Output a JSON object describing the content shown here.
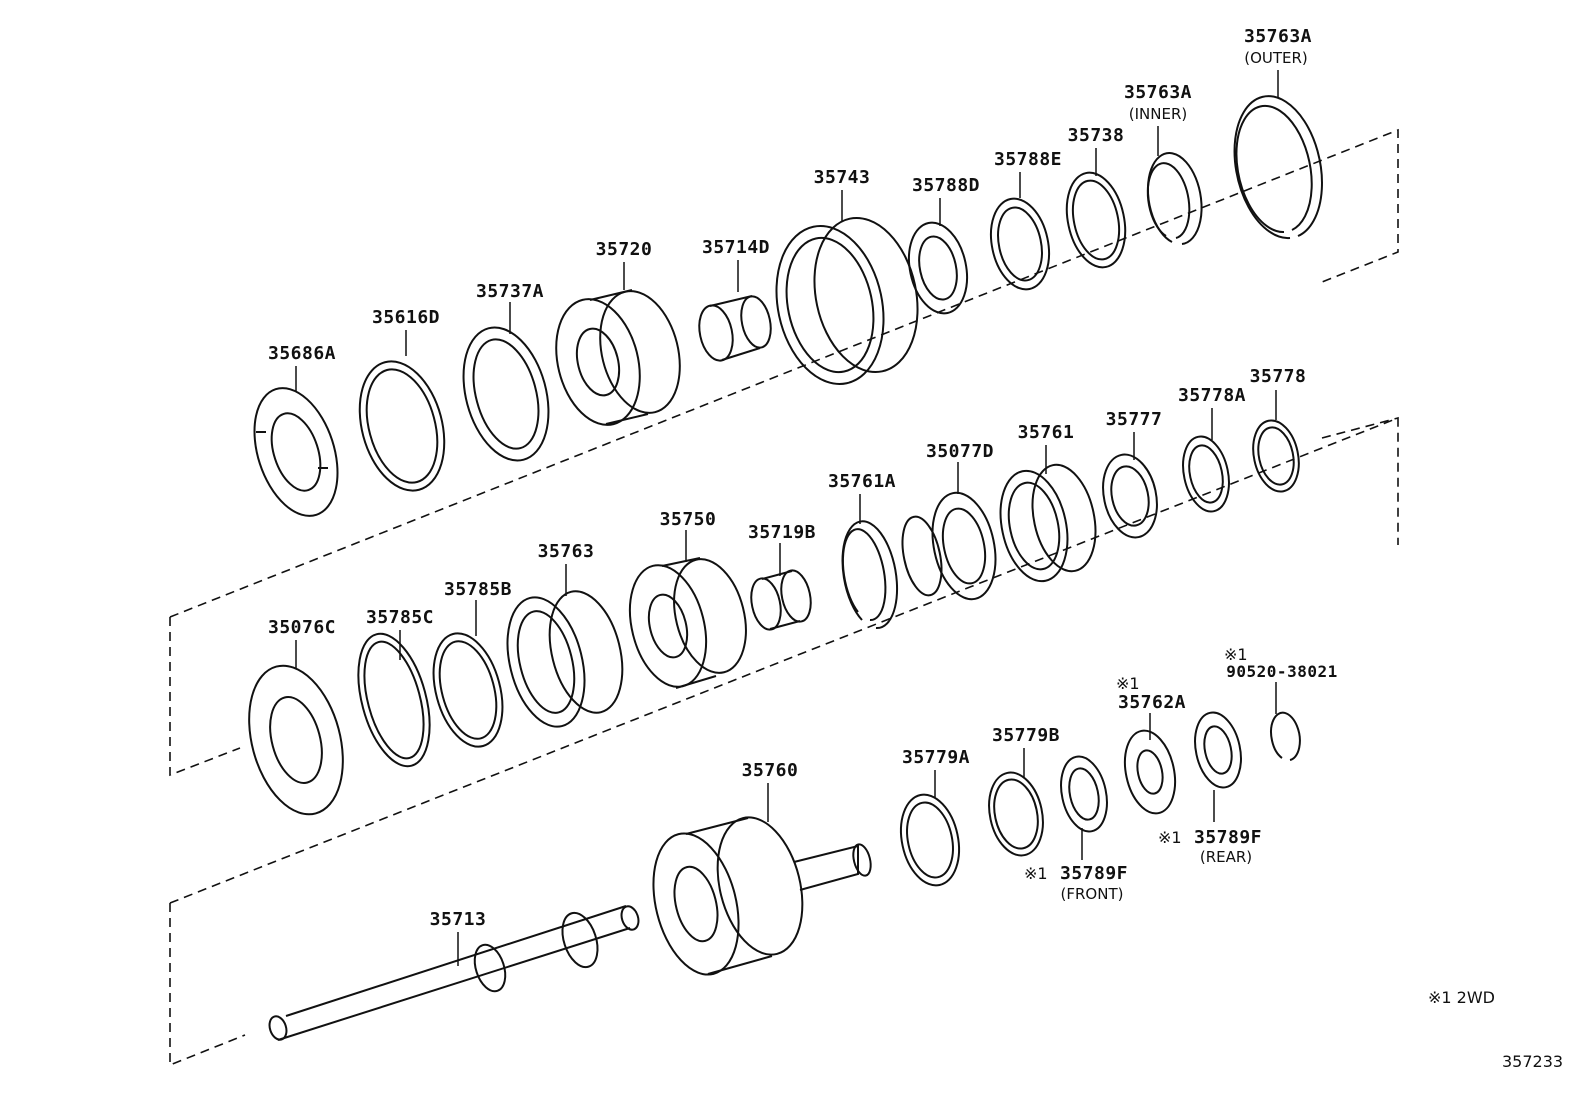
{
  "diagram_code": "357233",
  "footnote": "※1 2WD",
  "watermark": "",
  "parts": [
    {
      "id": "35686A",
      "sub": ""
    },
    {
      "id": "35616D",
      "sub": ""
    },
    {
      "id": "35737A",
      "sub": ""
    },
    {
      "id": "35720",
      "sub": ""
    },
    {
      "id": "35714D",
      "sub": ""
    },
    {
      "id": "35743",
      "sub": ""
    },
    {
      "id": "35788D",
      "sub": ""
    },
    {
      "id": "35788E",
      "sub": ""
    },
    {
      "id": "35738",
      "sub": ""
    },
    {
      "id": "35763A",
      "sub": "(INNER)"
    },
    {
      "id": "35763A",
      "sub": "(OUTER)"
    },
    {
      "id": "35076C",
      "sub": ""
    },
    {
      "id": "35785C",
      "sub": ""
    },
    {
      "id": "35785B",
      "sub": ""
    },
    {
      "id": "35763",
      "sub": ""
    },
    {
      "id": "35750",
      "sub": ""
    },
    {
      "id": "35719B",
      "sub": ""
    },
    {
      "id": "35761A",
      "sub": ""
    },
    {
      "id": "35077D",
      "sub": ""
    },
    {
      "id": "35761",
      "sub": ""
    },
    {
      "id": "35777",
      "sub": ""
    },
    {
      "id": "35778A",
      "sub": ""
    },
    {
      "id": "35778",
      "sub": ""
    },
    {
      "id": "35713",
      "sub": ""
    },
    {
      "id": "35760",
      "sub": ""
    },
    {
      "id": "35779A",
      "sub": ""
    },
    {
      "id": "35779B",
      "sub": ""
    },
    {
      "id": "35789F",
      "sub": "(FRONT)",
      "mark": "※1"
    },
    {
      "id": "35762A",
      "sub": "",
      "mark": "※1"
    },
    {
      "id": "35789F",
      "sub": "(REAR)",
      "mark": "※1"
    },
    {
      "id": "90520-38021",
      "sub": "",
      "mark": "※1"
    }
  ]
}
